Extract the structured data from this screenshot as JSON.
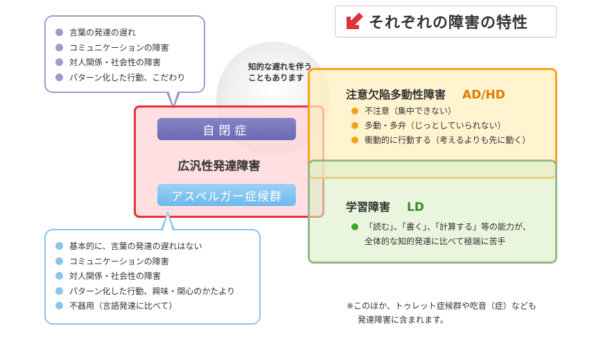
{
  "title": "それぞれの障害の特性",
  "note": "知的な遅れを伴うこともあります",
  "pdd": {
    "autism_label": "自閉症",
    "main_label": "広汎性発達障害",
    "asperger_label": "アスペルガー症候群"
  },
  "autism_traits": [
    "言葉の発達の遅れ",
    "コミュニケーションの障害",
    "対人関係・社会性の障害",
    "パターン化した行動、こだわり"
  ],
  "asperger_traits": [
    "基本的に、言葉の発達の遅れはない",
    "コミュニケーションの障害",
    "対人関係・社会性の障害",
    "パターン化した行動、興味・関心のかたより",
    "不器用（言語発達に比べて）"
  ],
  "adhd": {
    "name": "注意欠陥多動性障害",
    "abbr": "AD/HD",
    "traits": [
      "不注意（集中できない）",
      "多動・多弁（じっとしていられない）",
      "衝動的に行動する（考えるよりも先に動く）"
    ]
  },
  "ld": {
    "name": "学習障害",
    "abbr": "LD",
    "trait_line1": "「読む」、「書く」、「計算する」等の能力が、",
    "trait_line2": "全体的な知的発達に比べて極端に苦手"
  },
  "footnote": {
    "line1": "※このほか、トゥレット症候群や吃音（症）なども",
    "line2": "発達障害に含まれます。"
  },
  "colors": {
    "title_arrow": "#e0323a",
    "autism": "#7a7abd",
    "asperger": "#7cc0ee",
    "adhd": "#f4a21e",
    "ld": "#97b884"
  }
}
